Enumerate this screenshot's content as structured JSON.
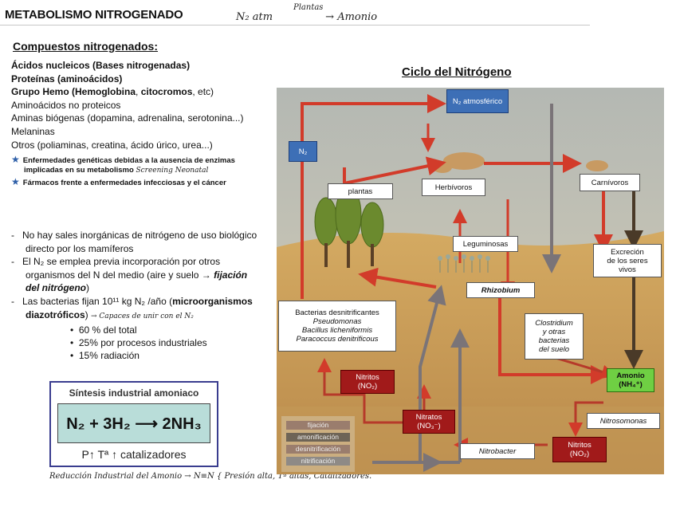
{
  "header": {
    "title": "METABOLISMO NITROGENADO",
    "handwritten": "N₂ atm",
    "handwritten_over": "Plantas",
    "handwritten_after": "→ Amonio"
  },
  "compounds": {
    "heading": "Compuestos nitrogenados:",
    "l1a": "Ácidos nucleicos (",
    "l1b": "Bases nitrogenadas)",
    "l2a": "Proteínas (",
    "l2b": "aminoácidos)",
    "l3a": "Grupo Hemo (",
    "l3b": "Hemoglobina",
    "l3c": ", ",
    "l3d": "citocromos",
    "l3e": ", etc)",
    "l4": "Aminoácidos no proteicos",
    "l5": "Aminas biógenas (dopamina, adrenalina, serotonina...)",
    "l6": "Melaninas",
    "l7": "Otros (poliaminas, creatina, ácido úrico, urea...)",
    "star1": "Enfermedades genéticas debidas a la ausencia de enzimas",
    "star1b": "implicadas en su metabolismo",
    "star1_hand": "Screening Neonatal",
    "star2": "Fármacos frente a enfermedades infecciosas y el cáncer"
  },
  "bullets": {
    "b1a": "No hay sales inorgánicas de nitrógeno de uso biológico",
    "b1b": "directo por los mamíferos",
    "b2a": "El N₂ se emplea previa incorporación por otros",
    "b2b": "organismos del N del medio (aire y suelo → ",
    "b2c": "fijación",
    "b2d": "del nitrógeno",
    "b2e": ")",
    "b3a": "Las bacterias fijan 10¹¹ kg N₂ /año (",
    "b3b": "microorganismos",
    "b3c": "diazotróficos",
    "b3d": ") ",
    "b3_hand": "→ Capaces de unir con el N₂",
    "s1": "60 % del total",
    "s2": "25% por procesos industriales",
    "s3": "15% radiación"
  },
  "synthesis": {
    "title": "Síntesis industrial amoniaco",
    "equation": "N₂ + 3H₂ ⟶ 2NH₃",
    "conditions": "P↑  Tª ↑  catalizadores"
  },
  "footer_hand": "Reducción Industrial del Amonio → N≡N { Presión alta, Tª altas, Catalizadores.",
  "cycle": {
    "title": "Ciclo del Nitrógeno",
    "n2_atm": "N₂\natmosférico",
    "n2": "N₂",
    "plantas": "plantas",
    "herbivoros": "Herbívoros",
    "carnivoros": "Carnívoros",
    "leguminosas": "Leguminosas",
    "rhizobium": "Rhizobium",
    "excrecion": "Excreción\nde los seres\nvivos",
    "desnit_title": "Bacterias desnitrificantes",
    "desnit_1": "Pseudomonas",
    "desnit_2": "Bacillus licheniformis",
    "desnit_3": "Paracoccus denitrificous",
    "clostridium": "Clostridium\ny otras\nbacterias\ndel suelo",
    "nitritos1": "Nitritos\n(NO₂)",
    "nitratos": "Nitratos\n(NO₃⁻)",
    "amonio": "Amonio\n(NH₄⁺)",
    "nitrosomonas": "Nitrosomonas",
    "nitrobacter": "Nitrobacter",
    "nitritos2": "Nitritos\n(NO₂)",
    "legend": [
      "fijación",
      "amonificación",
      "desnitrificación",
      "nitrificación"
    ],
    "legend_colors": [
      "#d23b2a",
      "#4a3a28",
      "#b63a2a",
      "#7a7478"
    ]
  }
}
